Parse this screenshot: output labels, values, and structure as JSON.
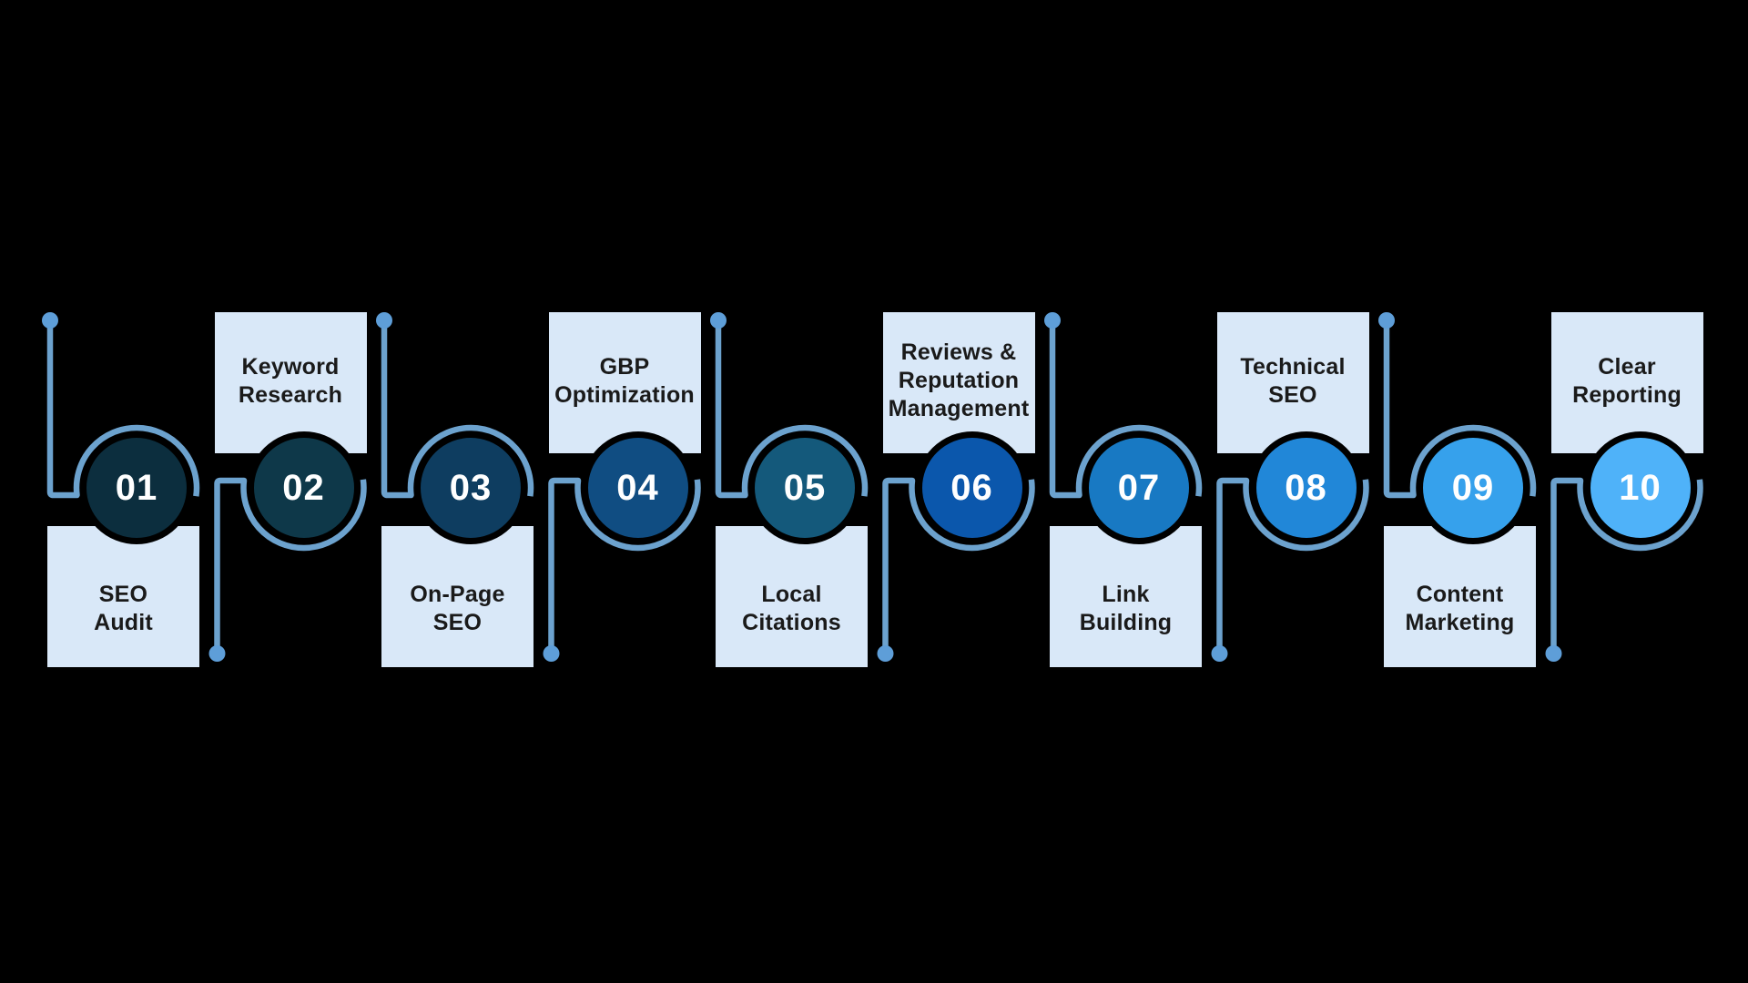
{
  "diagram": {
    "type": "process-timeline",
    "colors": {
      "background": "#000000",
      "box": "#D9E8F8",
      "line": "#6CA2CE",
      "dot": "#5E9ED8",
      "circle_ring": "#000000",
      "number_text": "#FFFFFF",
      "label_text": "#1A1A1A"
    },
    "steps": [
      {
        "number": "01",
        "label": "SEO\nAudit",
        "label_position": "below",
        "circle_color": "#0C2E3E"
      },
      {
        "number": "02",
        "label": "Keyword\nResearch",
        "label_position": "above",
        "circle_color": "#0E3849"
      },
      {
        "number": "03",
        "label": "On-Page\nSEO",
        "label_position": "below",
        "circle_color": "#0E3D60"
      },
      {
        "number": "04",
        "label": "GBP\nOptimization",
        "label_position": "above",
        "circle_color": "#104D82"
      },
      {
        "number": "05",
        "label": "Local\nCitations",
        "label_position": "below",
        "circle_color": "#14597B"
      },
      {
        "number": "06",
        "label": "Reviews &\nReputation\nManagement",
        "label_position": "above",
        "circle_color": "#0B57AC"
      },
      {
        "number": "07",
        "label": "Link\nBuilding",
        "label_position": "below",
        "circle_color": "#1879C3"
      },
      {
        "number": "08",
        "label": "Technical\nSEO",
        "label_position": "above",
        "circle_color": "#2187D8"
      },
      {
        "number": "09",
        "label": "Content\nMarketing",
        "label_position": "below",
        "circle_color": "#36A1EC"
      },
      {
        "number": "10",
        "label": "Clear\nReporting",
        "label_position": "above",
        "circle_color": "#4FB2F9"
      }
    ]
  }
}
